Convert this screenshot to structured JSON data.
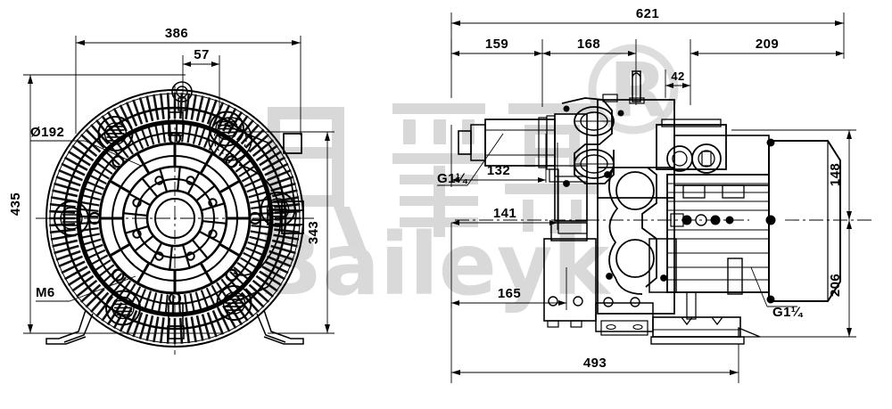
{
  "drawing": {
    "title": "Side channel blower outline dimension drawing",
    "units": "mm",
    "line_color": "#000000",
    "watermark_color": "#d9d9d9"
  },
  "watermark": {
    "chinese": "贝雷克",
    "latin": "Baileyk",
    "registered_mark": "R"
  },
  "front_view": {
    "name": "front-view",
    "dimensions": {
      "overall_width": "386",
      "hub_offset": "57",
      "overall_height": "435",
      "base_to_center": "343"
    },
    "labels": {
      "bore": "Ø192",
      "thread": "M6"
    }
  },
  "side_view": {
    "name": "side-view",
    "dimensions": {
      "overall_length": "621",
      "seg_inlet": "159",
      "seg_body": "168",
      "seg_motor": "209",
      "gap": "42",
      "inlet_height": "132",
      "shaft_height": "141",
      "base_length": "165",
      "upper_center": "148",
      "lower_center": "206",
      "base_overall": "493"
    },
    "labels": {
      "port_left": "G1¼",
      "port_right": "G1¼"
    }
  }
}
